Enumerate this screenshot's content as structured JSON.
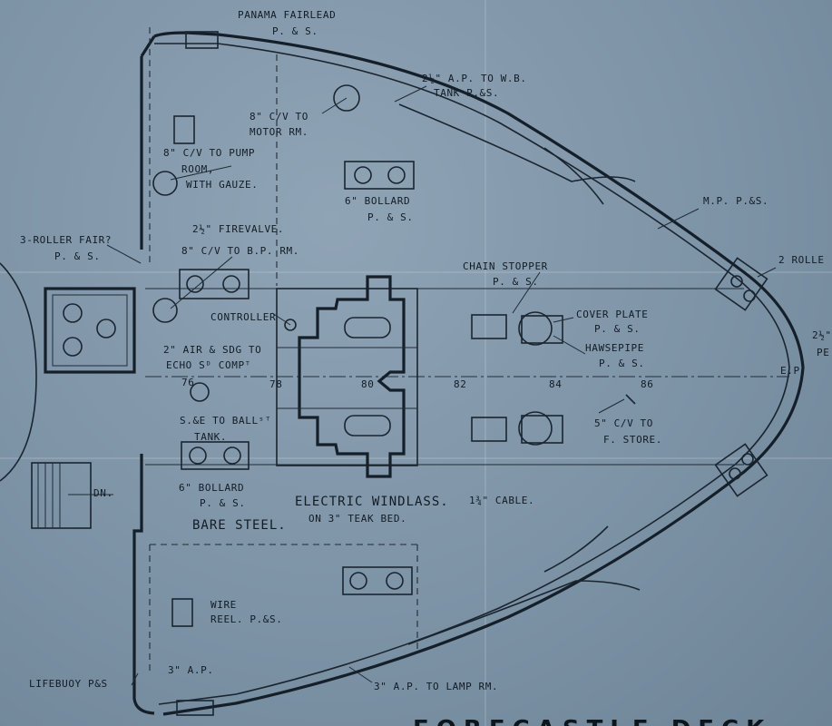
{
  "labels": {
    "panama_fairlead": "PANAMA FAIRLEAD",
    "panama_fairlead_sub": "P. & S.",
    "ap_wb_tank": "2½\" A.P. TO W.B.",
    "ap_wb_tank_sub": "TANK P.&S.",
    "cv_motor_rm": "8\" C/V TO",
    "cv_motor_rm_sub": "MOTOR RM.",
    "cv_pump_room": "8\" C/V TO PUMP",
    "cv_pump_room_2": "ROOM,",
    "cv_pump_room_3": "WITH GAUZE.",
    "bollard_top": "6\" BOLLARD",
    "bollard_top_sub": "P. & S.",
    "fire_valve": "2½\" FIREVALVE.",
    "roller_fair": "3-ROLLER FAIR?",
    "roller_fair_sub": "P. & S.",
    "cv_bp_rm": "8\" C/V TO B.P. RM.",
    "controller": "CONTROLLER",
    "air_sdg": "2\" AIR & SDG TO",
    "air_sdg_sub": "ECHO Sᴰ COMPᵀ",
    "se_ballast": "S.&E TO BALLˢᵀ",
    "se_ballast_sub": "TANK.",
    "bollard_low": "6\" BOLLARD",
    "bollard_low_sub": "P. & S.",
    "chain_stopper": "CHAIN STOPPER",
    "chain_stopper_sub": "P. & S.",
    "cover_plate": "COVER PLATE",
    "cover_plate_sub": "P. & S.",
    "hawse_pipe": "HAWSEPIPE",
    "hawse_pipe_sub": "P. & S.",
    "cv_f_store": "5\" C/V TO",
    "cv_f_store_sub": "F. STORE.",
    "mp": "M.P. P.&S.",
    "two_roller": "2 ROLLE",
    "pe_cut": "2½\"",
    "pe_cut_sub": "PE",
    "ep": "E.P.",
    "electric_windlass": "ELECTRIC WINDLASS.",
    "cable": "1¾\" CABLE.",
    "teak_bed": "ON 3\" TEAK BED.",
    "bare_steel": "BARE STEEL.",
    "dn": "DN.",
    "wire_reel": "WIRE",
    "wire_reel_sub": "REEL. P.&S.",
    "lifebuoy": "LIFEBUOY P&S",
    "ap_three": "3\" A.P.",
    "ap_lamp": "3\" A.P. TO LAMP RM.",
    "frame_76": "76",
    "frame_78": "78",
    "frame_80": "80",
    "frame_82": "82",
    "frame_84": "84",
    "frame_86": "86",
    "title_partial": "FORECASTLE DECK"
  },
  "colors": {
    "paper": "#7f95a7",
    "ink": "#121c25"
  }
}
